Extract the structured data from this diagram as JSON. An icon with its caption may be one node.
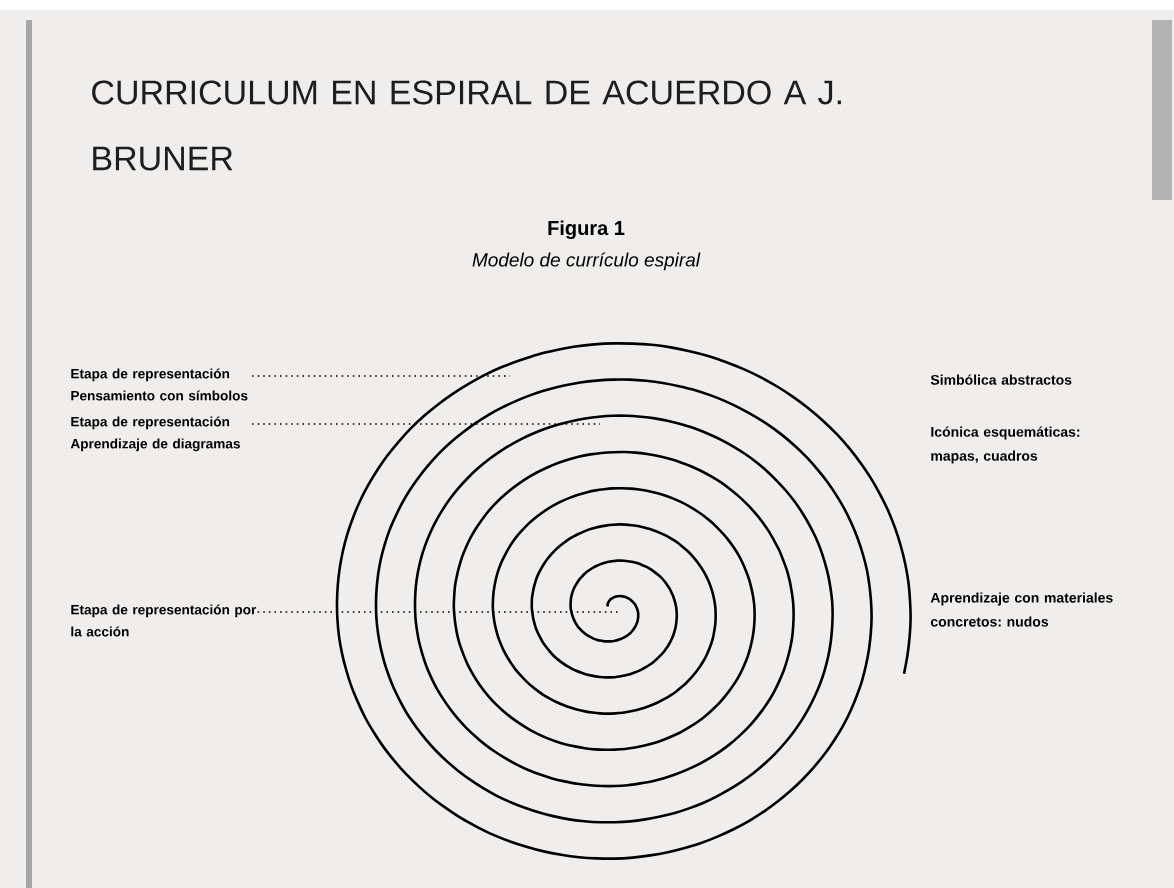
{
  "diagram": {
    "title": "CURRICULUM EN ESPIRAL DE ACUERDO A J. BRUNER",
    "nodes": [
      {
        "text": [
          "Etapa de representación Pensamiento con símbolos"
        ]
      },
      {
        "text": [
          "Etapa de representación Aprendizaje de diagramas"
        ]
      },
      {
        "text": [
          "Etapa de representación por la acción"
        ]
      }
    ],
    "edges": [
      {
        "from": 0,
        "to": null,
        "arrow": "none",
        "style": "dashed"
      },
      {
        "from": 1,
        "to": null,
        "arrow": "none",
        "style": "dashed"
      },
      {
        "from": 2,
        "to": null,
        "arrow": "none",
        "style": "dashed"
      }
    ],
    "labels": [
      "Figura 1",
      "Modelo de currículo espiral",
      "Simbólica abstractos",
      "Icónica esquemáticas: mapas, cuadros",
      "Aprendizaje con materiales concretos: nudos"
    ]
  }
}
